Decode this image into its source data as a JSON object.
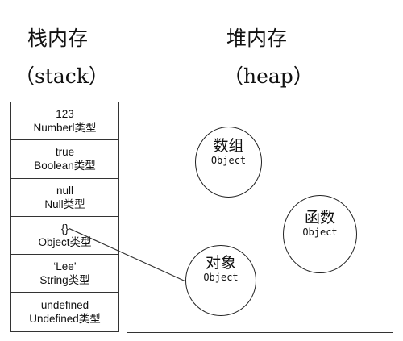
{
  "stack": {
    "title": "栈内存",
    "subtitle": "（stack）",
    "cells": [
      {
        "value": "123",
        "type": "Numberl类型"
      },
      {
        "value": "true",
        "type": "Boolean类型"
      },
      {
        "value": "null",
        "type": "Null类型"
      },
      {
        "value": "{}",
        "type": "Object类型"
      },
      {
        "value": "‘Lee’",
        "type": "String类型"
      },
      {
        "value": "undefined",
        "type": "Undefined类型"
      }
    ]
  },
  "heap": {
    "title": "堆内存",
    "subtitle": "（heap）",
    "objects": {
      "array": {
        "name": "数组",
        "type": "Object"
      },
      "function": {
        "name": "函数",
        "type": "Object"
      },
      "object": {
        "name": "对象",
        "type": "Object"
      }
    }
  },
  "reference": {
    "from": "stack-cell-object",
    "to": "heap-object"
  },
  "colors": {
    "line": "#333333",
    "text": "#111111",
    "background": "#ffffff"
  }
}
